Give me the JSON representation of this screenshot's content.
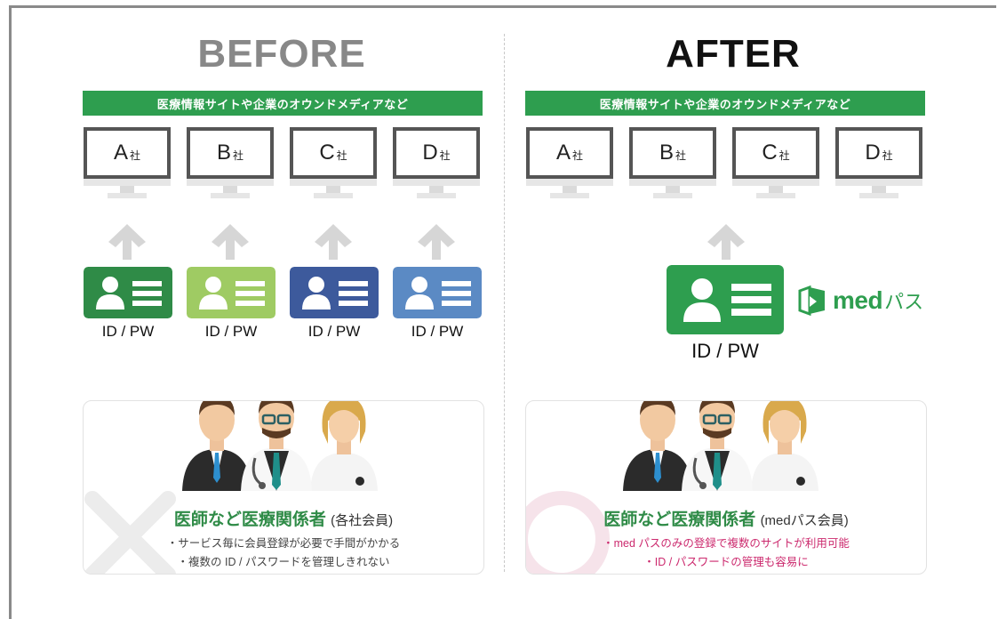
{
  "before": {
    "heading": "BEFORE",
    "banner": "医療情報サイトや企業のオウンドメディアなど",
    "monitors": [
      {
        "big": "A",
        "small": "社"
      },
      {
        "big": "B",
        "small": "社"
      },
      {
        "big": "C",
        "small": "社"
      },
      {
        "big": "D",
        "small": "社"
      }
    ],
    "cards": [
      {
        "label": "ID / PW",
        "color": "#2f8b47"
      },
      {
        "label": "ID / PW",
        "color": "#9fcb63"
      },
      {
        "label": "ID / PW",
        "color": "#3d5a9c"
      },
      {
        "label": "ID / PW",
        "color": "#5b8ac4"
      }
    ],
    "panel_title": "医師など医療関係者",
    "panel_title_sub": "(各社会員)",
    "bullets": [
      "・サービス毎に会員登録が必要で手間がかかる",
      "・複数の ID / パスワードを管理しきれない"
    ]
  },
  "after": {
    "heading": "AFTER",
    "banner": "医療情報サイトや企業のオウンドメディアなど",
    "monitors": [
      {
        "big": "A",
        "small": "社"
      },
      {
        "big": "B",
        "small": "社"
      },
      {
        "big": "C",
        "small": "社"
      },
      {
        "big": "D",
        "small": "社"
      }
    ],
    "card": {
      "label": "ID / PW",
      "color": "#2e9e4f"
    },
    "logo": {
      "text": "med",
      "kana": "パス"
    },
    "panel_title": "医師など医療関係者",
    "panel_title_sub": "(medパス会員)",
    "bullets": [
      "・med パスのみの登録で複数のサイトが利用可能",
      "・ID / パスワードの管理も容易に"
    ]
  },
  "colors": {
    "brand_green": "#2e9e4f",
    "pink": "#cc2a6e"
  }
}
